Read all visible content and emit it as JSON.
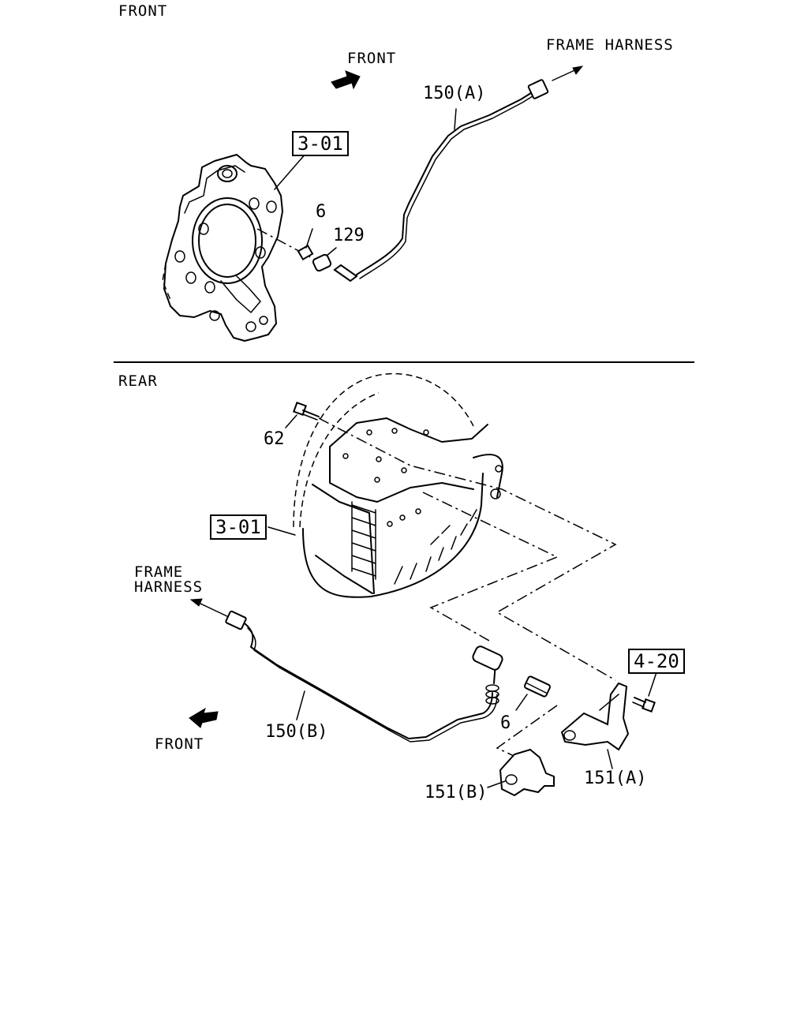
{
  "sections": {
    "front_title": "FRONT",
    "rear_title": "REAR"
  },
  "front": {
    "direction_label": "FRONT",
    "frame_harness_label": "FRAME HARNESS",
    "ref_box": "3-01",
    "parts": {
      "harness": "150(A)",
      "bushing": "6",
      "sensor": "129"
    }
  },
  "rear": {
    "bolt": "62",
    "ref_box_drum": "3-01",
    "frame_harness_line1": "FRAME",
    "frame_harness_line2": "HARNESS",
    "direction_label": "FRONT",
    "harness": "150(B)",
    "bushing": "6",
    "ref_box_bolt": "4-20",
    "bracket_a": "151(A)",
    "bracket_b": "151(B)"
  }
}
